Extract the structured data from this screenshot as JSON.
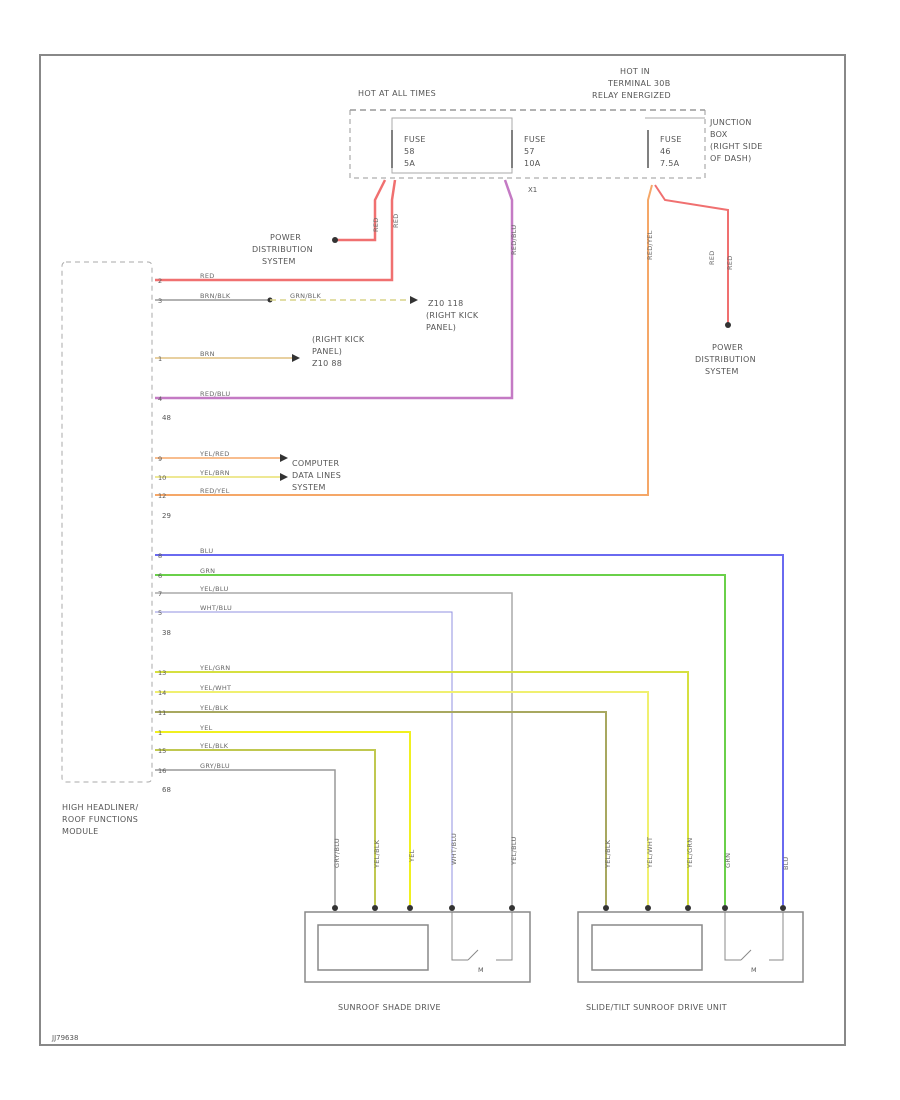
{
  "junction_box": {
    "hot_at_all_times": "HOT AT ALL TIMES",
    "hot_in_line1": "HOT IN",
    "hot_in_line2": "TERMINAL 30B",
    "hot_in_line3": "RELAY ENERGIZED",
    "name_lines": [
      "JUNCTION",
      "BOX",
      "(RIGHT SIDE",
      "OF DASH)"
    ],
    "fuse1": {
      "line1": "FUSE",
      "line2": "58",
      "line3": "5A"
    },
    "fuse2": {
      "line1": "FUSE",
      "line2": "57",
      "line3": "10A"
    },
    "fuse3": {
      "line1": "FUSE",
      "line2": "46",
      "line3": "7.5A"
    },
    "connector_x": "X1"
  },
  "power_distribution_left": [
    "POWER",
    "DISTRIBUTION",
    "SYSTEM"
  ],
  "power_distribution_right": [
    "POWER",
    "DISTRIBUTION",
    "SYSTEM"
  ],
  "ground_right": [
    "(RIGHT KICK",
    "PANEL)",
    "Z10 118"
  ],
  "ground_left": [
    "(RIGHT KICK",
    "PANEL)",
    "Z10 88"
  ],
  "computer_data": [
    "COMPUTER",
    "DATA LINES",
    "SYSTEM"
  ],
  "module_label": [
    "HIGH HEADLINER/",
    "ROOF FUNCTIONS",
    "MODULE"
  ],
  "connector_ids": {
    "c1": "48",
    "c2": "29",
    "c3": "38",
    "c4": "68"
  },
  "wire_labels": {
    "red": "RED",
    "brn_blk": "BRN/BLK",
    "grn_blk": "GRN/BLK",
    "brn": "BRN",
    "red_blu": "RED/BLU",
    "yel_red": "YEL/RED",
    "yel_brn": "YEL/BRN",
    "red_yel": "RED/YEL",
    "blu": "BLU",
    "grn": "GRN",
    "yel_blu": "YEL/BLU",
    "wht_blu": "WHT/BLU",
    "yel_grn": "YEL/GRN",
    "yel_wht": "YEL/WHT",
    "yel_blk": "YEL/BLK",
    "yel": "YEL",
    "yel_blk2": "YEL/BLK",
    "gry_blu": "GRY/BLU"
  },
  "pins": [
    "2",
    "3",
    "1",
    "4",
    "9",
    "10",
    "12",
    "8",
    "6",
    "7",
    "5",
    "13",
    "14",
    "11",
    "1",
    "15",
    "16"
  ],
  "shade_drive_label": "SUNROOF SHADE DRIVE",
  "tilt_drive_label": "SLIDE/TILT SUNROOF DRIVE UNIT",
  "motor_m": "M",
  "figure_code": "JJ79638"
}
